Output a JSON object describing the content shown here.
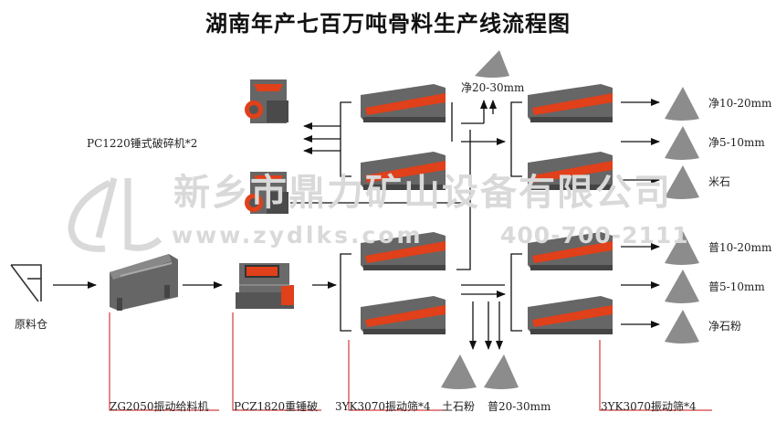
{
  "title": "湖南年产七百万吨骨料生产线流程图",
  "watermark": {
    "company": "新乡市鼎力矿山设备有限公司",
    "website": "www.zydlks.com",
    "phone": "400-700-2111"
  },
  "labels": {
    "raw_bin": "原料仓",
    "hammer_crusher_pc": "PC1220锤式破碎机*2",
    "feeder": "ZG2050振动给料机",
    "heavy_hammer": "PCZ1820重锤破",
    "screen_left": "3YK3070振动筛*4",
    "screen_right": "3YK3070振动筛*4",
    "clean_20_30": "净20-30mm",
    "clean_10_20": "净10-20mm",
    "clean_5_10": "净5-10mm",
    "rice_stone": "米石",
    "common_10_20": "普10-20mm",
    "common_5_10": "普5-10mm",
    "clean_stone_powder": "净石粉",
    "soil_stone_powder": "土石粉",
    "common_20_30": "普20-30mm"
  },
  "colors": {
    "machine_body": "#5a5a5a",
    "machine_dark": "#333333",
    "accent": "#e0401a",
    "leader_line": "#cc1111",
    "arrow": "#111111",
    "pile": "#8c8c8c",
    "watermark": "#d9d9d9"
  }
}
